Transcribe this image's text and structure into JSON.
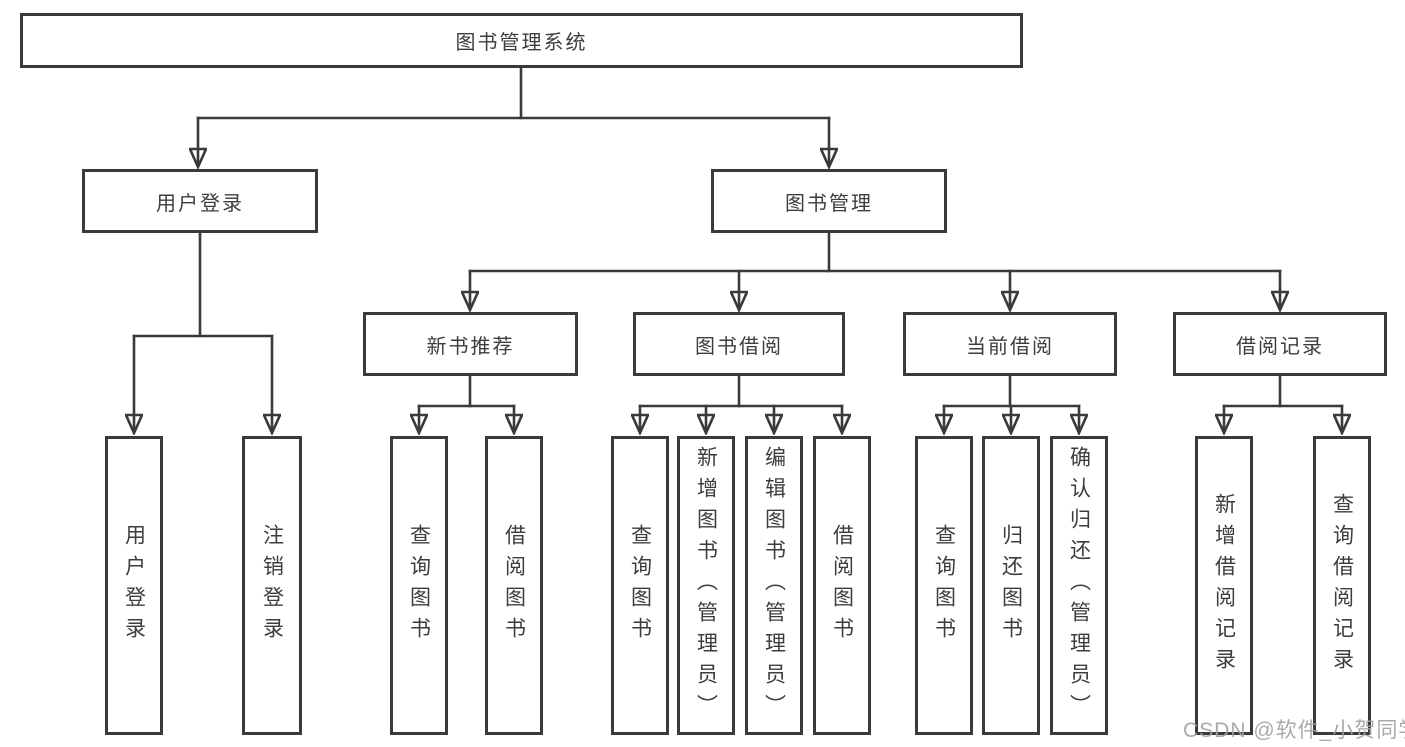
{
  "diagram": {
    "root": {
      "label": "图书管理系统"
    },
    "level2": [
      {
        "label": "用户登录"
      },
      {
        "label": "图书管理"
      }
    ],
    "level3": [
      {
        "label": "新书推荐"
      },
      {
        "label": "图书借阅"
      },
      {
        "label": "当前借阅"
      },
      {
        "label": "借阅记录"
      }
    ],
    "leaves": [
      {
        "label": "用户登录"
      },
      {
        "label": "注销登录"
      },
      {
        "label": "查询图书"
      },
      {
        "label": "借阅图书"
      },
      {
        "label": "查询图书"
      },
      {
        "label": "新增图书（管理员）"
      },
      {
        "label": "编辑图书（管理员）"
      },
      {
        "label": "借阅图书"
      },
      {
        "label": "查询图书"
      },
      {
        "label": "归还图书"
      },
      {
        "label": "确认归还（管理员）"
      },
      {
        "label": "新增借阅记录"
      },
      {
        "label": "查询借阅记录"
      }
    ],
    "watermark": {
      "label": "CSDN @软件_小贺同学"
    },
    "colors": {
      "line": "#3a3a3a",
      "text": "#3d3d3d",
      "background": "#ffffff",
      "watermark": "#a3a3a3"
    }
  }
}
